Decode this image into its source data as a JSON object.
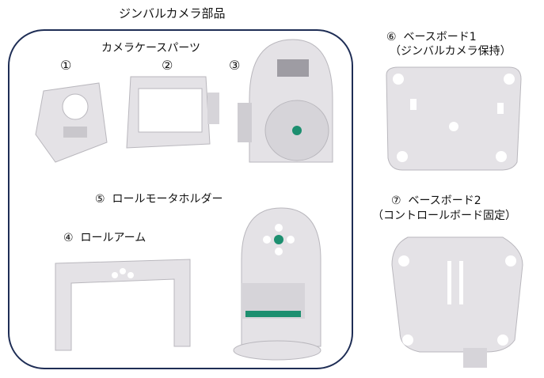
{
  "group_title": "ジンバルカメラ部品",
  "camera_case": {
    "title": "カメラケースパーツ",
    "parts": [
      {
        "num": "①"
      },
      {
        "num": "②"
      },
      {
        "num": "③"
      }
    ]
  },
  "roll_motor_holder": {
    "num": "⑤",
    "label": "ロールモータホルダー"
  },
  "roll_arm": {
    "num": "④",
    "label": "ロールアーム"
  },
  "base_board_1": {
    "num": "⑥",
    "label": "ベースボード1",
    "sub": "（ジンバルカメラ保持）"
  },
  "base_board_2": {
    "num": "⑦",
    "label": "ベースボード2",
    "sub": "（コントロールボード固定）"
  },
  "colors": {
    "frame": "#1e2d55",
    "part": "#e4e2e6",
    "part_shade": "#b9b7bd",
    "accent": "#1d8f70"
  }
}
